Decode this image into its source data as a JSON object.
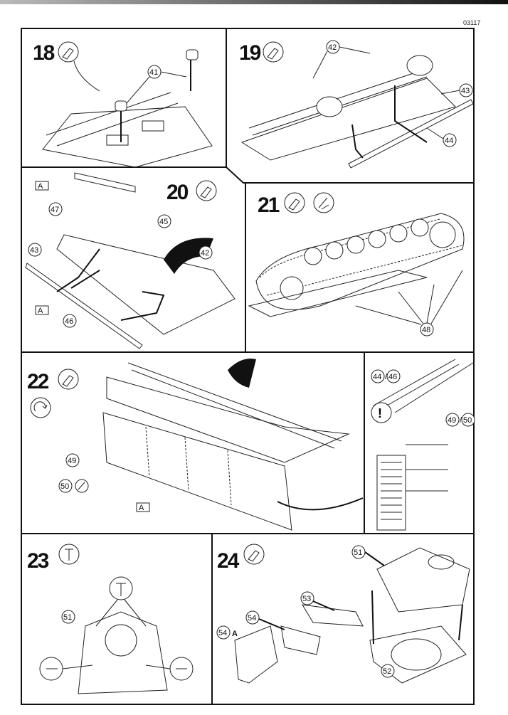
{
  "page_code": "03117",
  "steps": [
    {
      "number": "18",
      "tools": [
        "glue-icon"
      ],
      "parts": [
        "41"
      ]
    },
    {
      "number": "19",
      "tools": [
        "glue-icon"
      ],
      "parts": [
        "42",
        "43",
        "44"
      ]
    },
    {
      "number": "20",
      "tools": [
        "glue-icon"
      ],
      "parts": [
        "47",
        "45",
        "43",
        "42",
        "46"
      ],
      "markers": [
        "A",
        "A"
      ]
    },
    {
      "number": "21",
      "tools": [
        "glue-icon",
        "paint-icon"
      ],
      "parts": [
        "48"
      ]
    },
    {
      "number": "22",
      "tools": [
        "glue-icon",
        "rotate-icon"
      ],
      "parts": [
        "49",
        "50"
      ],
      "markers": [
        "A"
      ],
      "detail": {
        "parts_a": "44",
        "parts_b": "46",
        "parts_c": "49",
        "parts_d": "50",
        "warning": "!"
      }
    },
    {
      "number": "23",
      "tools": [
        "drill-icon"
      ],
      "parts": [
        "51"
      ]
    },
    {
      "number": "24",
      "tools": [
        "glue-icon"
      ],
      "parts": [
        "51",
        "53",
        "54",
        "54",
        "52"
      ],
      "markers": [
        "A"
      ]
    }
  ]
}
